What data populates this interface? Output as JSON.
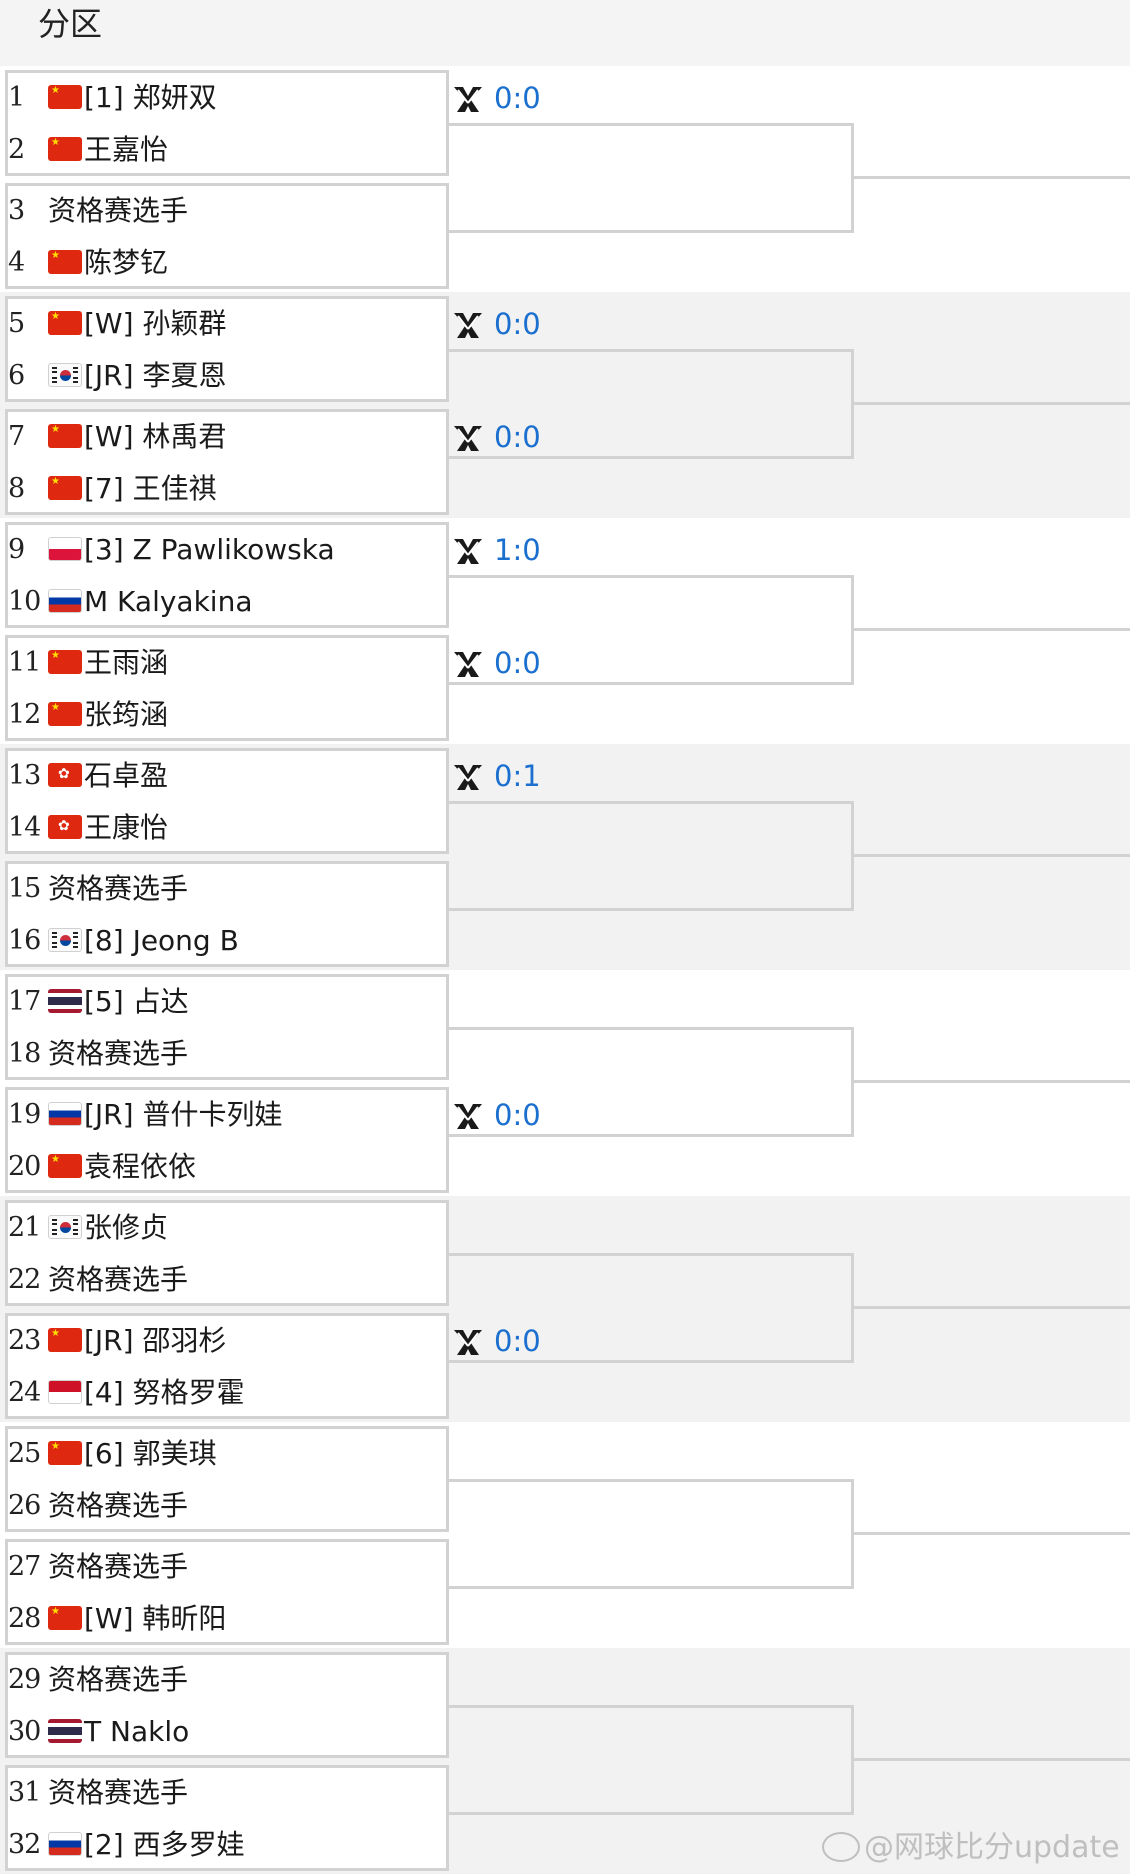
{
  "header": {
    "title": "分区"
  },
  "players": [
    {
      "seed": "1",
      "name": "[1] 郑妍双",
      "flag": "cn"
    },
    {
      "seed": "2",
      "name": "王嘉怡",
      "flag": "cn"
    },
    {
      "seed": "3",
      "name": "资格赛选手",
      "flag": ""
    },
    {
      "seed": "4",
      "name": "陈梦钇",
      "flag": "cn"
    },
    {
      "seed": "5",
      "name": "[W] 孙颖群",
      "flag": "cn"
    },
    {
      "seed": "6",
      "name": "[JR] 李夏恩",
      "flag": "kr"
    },
    {
      "seed": "7",
      "name": "[W] 林禹君",
      "flag": "cn"
    },
    {
      "seed": "8",
      "name": "[7] 王佳祺",
      "flag": "cn"
    },
    {
      "seed": "9",
      "name": "[3] Z Pawlikowska",
      "flag": "pl"
    },
    {
      "seed": "10",
      "name": "M Kalyakina",
      "flag": "ru"
    },
    {
      "seed": "11",
      "name": "王雨涵",
      "flag": "cn"
    },
    {
      "seed": "12",
      "name": "张筠涵",
      "flag": "cn"
    },
    {
      "seed": "13",
      "name": "石卓盈",
      "flag": "hk"
    },
    {
      "seed": "14",
      "name": "王康怡",
      "flag": "hk"
    },
    {
      "seed": "15",
      "name": "资格赛选手",
      "flag": ""
    },
    {
      "seed": "16",
      "name": "[8] Jeong B",
      "flag": "kr"
    },
    {
      "seed": "17",
      "name": "[5] 占达",
      "flag": "th"
    },
    {
      "seed": "18",
      "name": "资格赛选手",
      "flag": ""
    },
    {
      "seed": "19",
      "name": "[JR] 普什卡列娃",
      "flag": "ru"
    },
    {
      "seed": "20",
      "name": "袁程依依",
      "flag": "cn"
    },
    {
      "seed": "21",
      "name": "张修贞",
      "flag": "kr"
    },
    {
      "seed": "22",
      "name": "资格赛选手",
      "flag": ""
    },
    {
      "seed": "23",
      "name": "[JR] 邵羽杉",
      "flag": "cn"
    },
    {
      "seed": "24",
      "name": "[4] 努格罗霍",
      "flag": "id"
    },
    {
      "seed": "25",
      "name": "[6] 郭美琪",
      "flag": "cn"
    },
    {
      "seed": "26",
      "name": "资格赛选手",
      "flag": ""
    },
    {
      "seed": "27",
      "name": "资格赛选手",
      "flag": ""
    },
    {
      "seed": "28",
      "name": "[W] 韩昕阳",
      "flag": "cn"
    },
    {
      "seed": "29",
      "name": "资格赛选手",
      "flag": ""
    },
    {
      "seed": "30",
      "name": "T Naklo",
      "flag": "th"
    },
    {
      "seed": "31",
      "name": "资格赛选手",
      "flag": ""
    },
    {
      "seed": "32",
      "name": "[2] 西多罗娃",
      "flag": "ru"
    }
  ],
  "matches": [
    {
      "match": 1,
      "h2h": "0:0"
    },
    {
      "match": 2,
      "h2h": ""
    },
    {
      "match": 3,
      "h2h": "0:0"
    },
    {
      "match": 4,
      "h2h": "0:0"
    },
    {
      "match": 5,
      "h2h": "1:0"
    },
    {
      "match": 6,
      "h2h": "0:0"
    },
    {
      "match": 7,
      "h2h": "0:1"
    },
    {
      "match": 8,
      "h2h": ""
    },
    {
      "match": 9,
      "h2h": ""
    },
    {
      "match": 10,
      "h2h": "0:0"
    },
    {
      "match": 11,
      "h2h": ""
    },
    {
      "match": 12,
      "h2h": "0:0"
    },
    {
      "match": 13,
      "h2h": ""
    },
    {
      "match": 14,
      "h2h": ""
    },
    {
      "match": 15,
      "h2h": ""
    },
    {
      "match": 16,
      "h2h": ""
    }
  ],
  "watermark": {
    "text": "@网球比分update"
  },
  "colors": {
    "score_text": "#1a6fcf",
    "band": "#f2f2f2",
    "line": "#d2d2d2"
  },
  "icons": {
    "h2h": "head-to-head-icon"
  }
}
